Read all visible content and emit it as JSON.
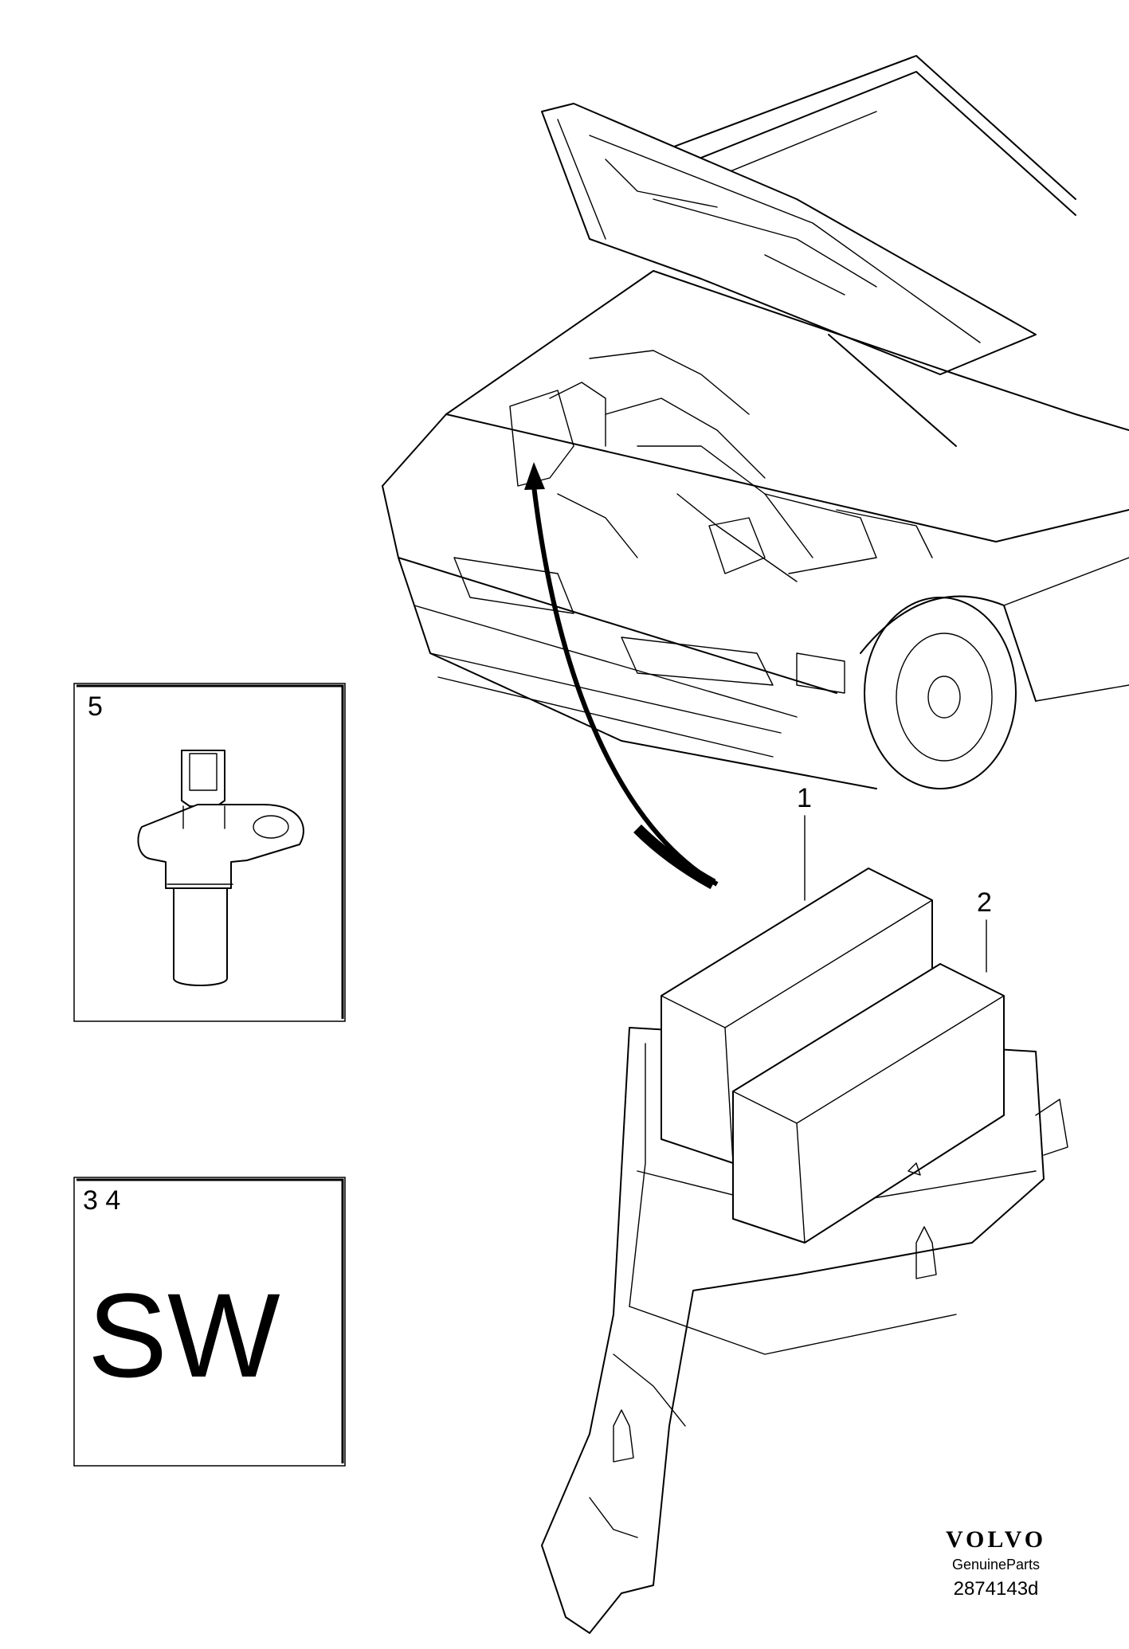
{
  "callouts": {
    "part1": "1",
    "part2": "2",
    "part5": "5",
    "part34": "3 4"
  },
  "software_box": {
    "text": "SW"
  },
  "brand": {
    "logo": "VOLVO",
    "subtitle": "GenuineParts",
    "drawing_number": "2874143d"
  }
}
